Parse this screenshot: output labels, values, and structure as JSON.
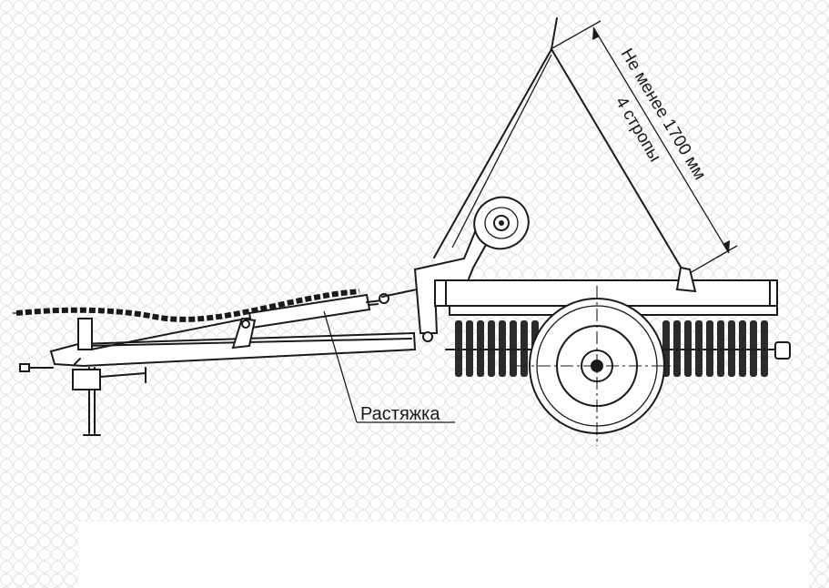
{
  "labels": {
    "dimension": "Не менее 1700 мм",
    "slings": "4 стропы",
    "brace": "Растяжка"
  }
}
